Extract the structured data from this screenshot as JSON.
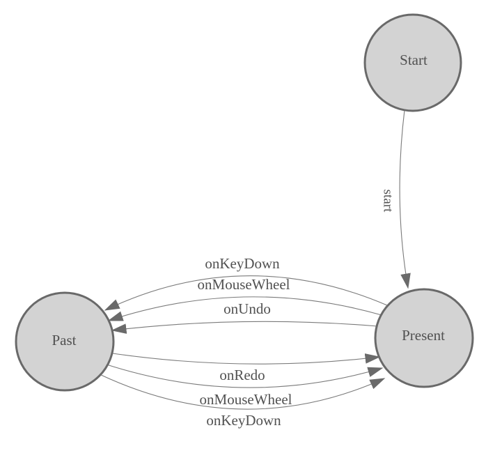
{
  "diagram": {
    "colors": {
      "background": "#ffffff",
      "node_fill": "#d3d3d3",
      "node_border": "#696969",
      "edge_line": "#7a7a7a",
      "arrowhead": "#6a6a6a",
      "label_text": "#515151"
    },
    "nodes": [
      {
        "id": "start",
        "label": "Start"
      },
      {
        "id": "past",
        "label": "Past"
      },
      {
        "id": "present",
        "label": "Present"
      }
    ],
    "edges": [
      {
        "from": "Start",
        "to": "Present",
        "label": "start"
      },
      {
        "from": "Present",
        "to": "Past",
        "label": "onKeyDown"
      },
      {
        "from": "Present",
        "to": "Past",
        "label": "onMouseWheel"
      },
      {
        "from": "Present",
        "to": "Past",
        "label": "onUndo"
      },
      {
        "from": "Past",
        "to": "Present",
        "label": "onRedo"
      },
      {
        "from": "Past",
        "to": "Present",
        "label": "onMouseWheel"
      },
      {
        "from": "Past",
        "to": "Present",
        "label": "onKeyDown"
      }
    ]
  }
}
